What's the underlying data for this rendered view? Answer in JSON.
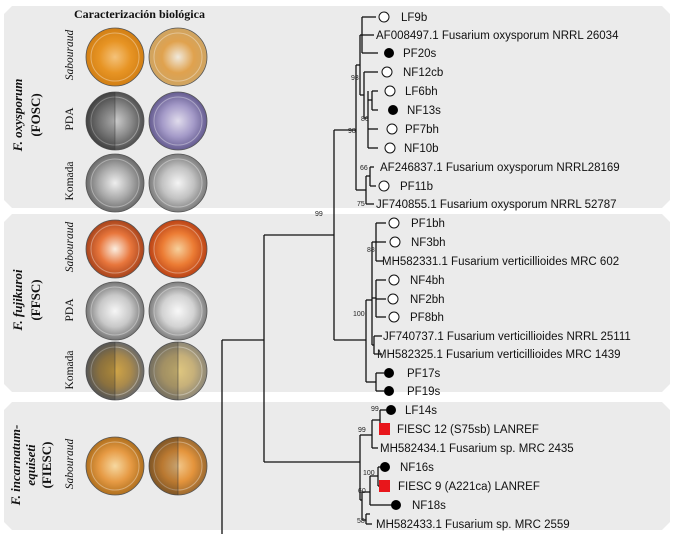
{
  "header": "Caracterización biológica",
  "groups": [
    {
      "name": "F. oxysporum",
      "code": "(FOSC)",
      "media": [
        "Sabouraud",
        "PDA",
        "Komada"
      ],
      "plates": [
        [
          {
            "c1": "#f4c27a",
            "c2": "#e79424",
            "c3": "#d27f14",
            "split": false
          },
          {
            "c1": "#f0e9dc",
            "c2": "#e0a24e",
            "c3": "#cfa462",
            "split": false
          }
        ],
        [
          {
            "c1": "#cfcfcf",
            "c2": "#8c8c8c",
            "c3": "#505050",
            "split": true
          },
          {
            "c1": "#e0dcec",
            "c2": "#a49ac8",
            "c3": "#655c90",
            "split": false
          }
        ],
        [
          {
            "c1": "#eeeeee",
            "c2": "#aaaaaa",
            "c3": "#6a6a6a",
            "split": false
          },
          {
            "c1": "#f4f4f4",
            "c2": "#c2c2c2",
            "c3": "#7c7c7c",
            "split": false
          }
        ]
      ]
    },
    {
      "name": "F. fujikuroi",
      "code": "(FFSC)",
      "media": [
        "Sabouraud",
        "PDA",
        "Komada"
      ],
      "plates": [
        [
          {
            "c1": "#fbeee0",
            "c2": "#e8763c",
            "c3": "#a8441c",
            "split": false
          },
          {
            "c1": "#f6d09c",
            "c2": "#ec7c34",
            "c3": "#bb4316",
            "split": false
          }
        ],
        [
          {
            "c1": "#f6f6f6",
            "c2": "#c8c8c8",
            "c3": "#767676",
            "split": false
          },
          {
            "c1": "#f8f8f8",
            "c2": "#d2d2d2",
            "c3": "#7e7e7e",
            "split": false
          }
        ],
        [
          {
            "c1": "#d2a646",
            "c2": "#aa8a4c",
            "c3": "#6a6a6a",
            "split": true
          },
          {
            "c1": "#e0c880",
            "c2": "#c6b07a",
            "c3": "#8e8878",
            "split": true
          }
        ]
      ]
    },
    {
      "name_line1": "F. incarnatum-",
      "name_line2": "equiseti",
      "code": "(FIESC)",
      "media": [
        "Sabouraud"
      ],
      "plates": [
        [
          {
            "c1": "#f6d8a0",
            "c2": "#e69a44",
            "c3": "#b0701e",
            "split": false
          },
          {
            "c1": "#f2c88c",
            "c2": "#e4943c",
            "c3": "#9c6a30",
            "split": true
          }
        ]
      ]
    }
  ],
  "tips": [
    {
      "label": "LF9b",
      "marker": "open"
    },
    {
      "label": "AF008497.1 Fusarium oxysporum NRRL 26034",
      "marker": "none"
    },
    {
      "label": "PF20s",
      "marker": "filled"
    },
    {
      "label": "NF12cb",
      "marker": "open"
    },
    {
      "label": "LF6bh",
      "marker": "open"
    },
    {
      "label": "NF13s",
      "marker": "filled"
    },
    {
      "label": "PF7bh",
      "marker": "open"
    },
    {
      "label": "NF10b",
      "marker": "open"
    },
    {
      "label": "AF246837.1 Fusarium oxysporum NRRL28169",
      "marker": "none"
    },
    {
      "label": "PF11b",
      "marker": "open"
    },
    {
      "label": "JF740855.1 Fusarium oxysporum NRRL 52787",
      "marker": "none"
    },
    {
      "label": "PF1bh",
      "marker": "open"
    },
    {
      "label": "NF3bh",
      "marker": "open"
    },
    {
      "label": "MH582331.1 Fusarium verticillioides MRC 602",
      "marker": "none"
    },
    {
      "label": "NF4bh",
      "marker": "open"
    },
    {
      "label": "NF2bh",
      "marker": "open"
    },
    {
      "label": "PF8bh",
      "marker": "open"
    },
    {
      "label": "JF740737.1 Fusarium verticillioides NRRL 25111",
      "marker": "none"
    },
    {
      "label": "MH582325.1 Fusarium verticillioides MRC 1439",
      "marker": "none"
    },
    {
      "label": "PF17s",
      "marker": "filled"
    },
    {
      "label": "PF19s",
      "marker": "filled"
    },
    {
      "label": "LF14s",
      "marker": "filled"
    },
    {
      "label": "FIESC 12 (S75sb) LANREF",
      "marker": "square"
    },
    {
      "label": "MH582434.1 Fusarium sp. MRC 2435",
      "marker": "none"
    },
    {
      "label": "NF16s",
      "marker": "filled"
    },
    {
      "label": "FIESC 9 (A221ca) LANREF",
      "marker": "square"
    },
    {
      "label": "NF18s",
      "marker": "filled"
    },
    {
      "label": "MH582433.1 Fusarium sp. MRC 2559",
      "marker": "none"
    }
  ],
  "bootstrap": [
    "93",
    "86",
    "98",
    "66",
    "75",
    "99",
    "88",
    "100",
    "99",
    "99",
    "100",
    "60",
    "58"
  ],
  "colors": {
    "panel_bg": "#ebebeb",
    "filled_marker": "#000000",
    "square_marker": "#e8161b"
  }
}
